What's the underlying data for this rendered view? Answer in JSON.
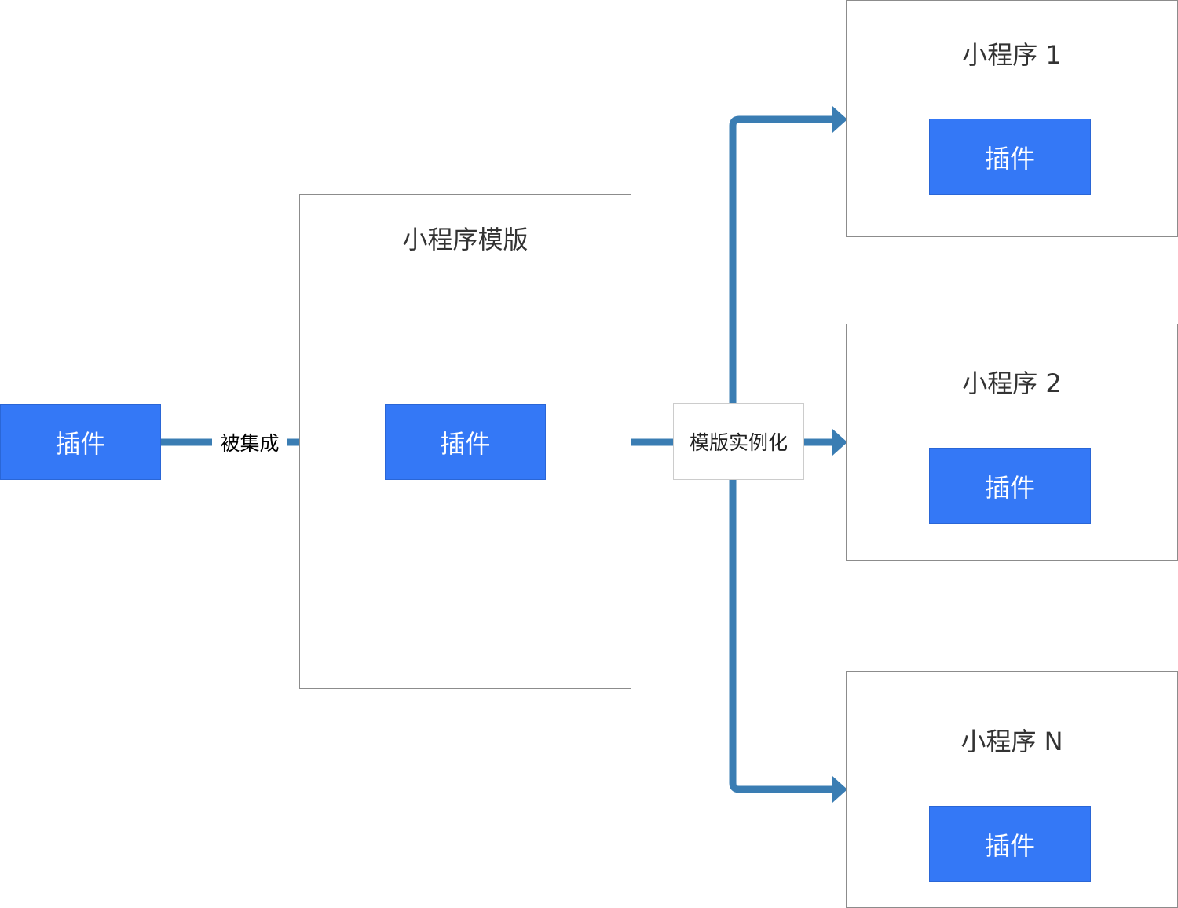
{
  "source_plugin": {
    "label": "插件"
  },
  "integrate_label": "被集成",
  "template": {
    "title": "小程序模版",
    "plugin_label": "插件"
  },
  "instantiate_label": "模版实例化",
  "apps": [
    {
      "title": "小程序 1",
      "plugin_label": "插件"
    },
    {
      "title": "小程序 2",
      "plugin_label": "插件"
    },
    {
      "title": "小程序 N",
      "plugin_label": "插件"
    }
  ],
  "colors": {
    "plugin_fill": "#3478f6",
    "connector": "#3a7db3",
    "border": "#8c8c8c"
  }
}
